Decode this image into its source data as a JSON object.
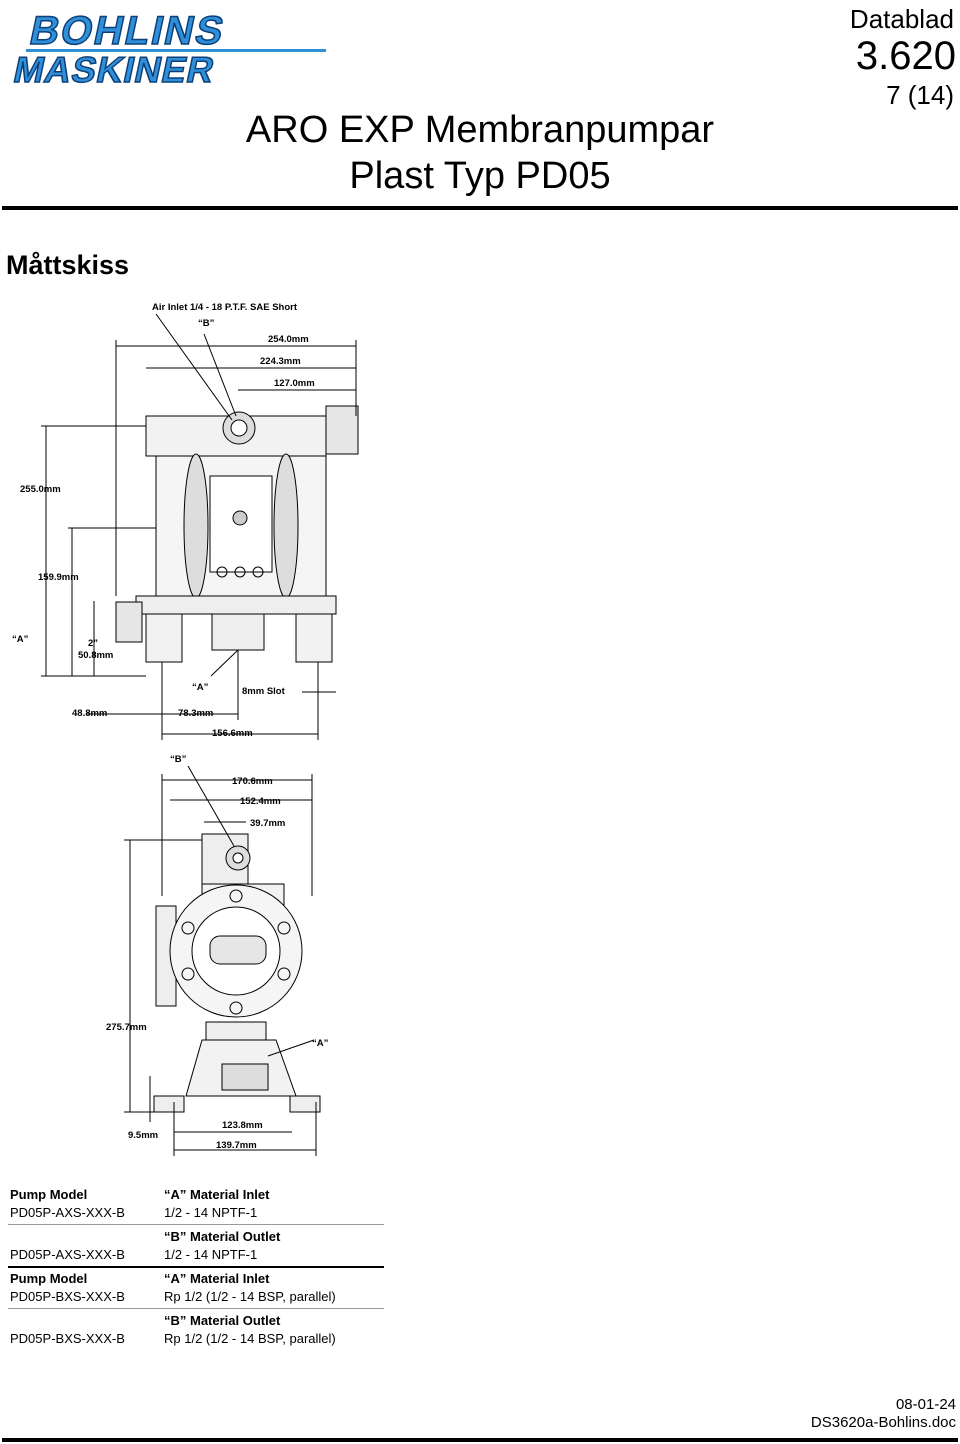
{
  "header": {
    "logo_line1": "BOHLINS",
    "logo_line2": "MASKINER",
    "doc_type": "Datablad",
    "doc_number": "3.620",
    "page": "7 (14)",
    "title_line1": "ARO EXP Membranpumpar",
    "title_line2": "Plast Typ PD05"
  },
  "section_heading": "Måttskiss",
  "drawing_front": {
    "air_inlet": "Air Inlet 1/4 - 18 P.T.F. SAE Short",
    "label_b": "“B”",
    "dim_254": "254.0mm",
    "dim_224": "224.3mm",
    "dim_127": "127.0mm",
    "dim_255": "255.0mm",
    "dim_159": "159.9mm",
    "label_a_left": "“A”",
    "dim_2in": "2”",
    "dim_508": "50.8mm",
    "label_a_bottom": "“A”",
    "slot": "8mm Slot",
    "dim_488": "48.8mm",
    "dim_783": "78.3mm",
    "dim_1566": "156.6mm"
  },
  "drawing_side": {
    "label_b": "“B”",
    "dim_1706": "170.6mm",
    "dim_1524": "152.4mm",
    "dim_397": "39.7mm",
    "dim_2757": "275.7mm",
    "label_a": "“A”",
    "dim_95": "9.5mm",
    "dim_1238": "123.8mm",
    "dim_1397": "139.7mm"
  },
  "spec_table": {
    "rows": [
      {
        "c1": "Pump Model",
        "c2": "“A” Material Inlet",
        "header": true
      },
      {
        "c1": "PD05P-AXS-XXX-B",
        "c2": "1/2 - 14 NPTF-1"
      },
      {
        "c1": "",
        "c2": "“B” Material Outlet",
        "header": true
      },
      {
        "c1": "PD05P-AXS-XXX-B",
        "c2": "1/2 - 14 NPTF-1"
      },
      {
        "c1": "Pump Model",
        "c2": "“A” Material Inlet",
        "header": true
      },
      {
        "c1": "PD05P-BXS-XXX-B",
        "c2": "Rp 1/2 (1/2 - 14 BSP, parallel)"
      },
      {
        "c1": "",
        "c2": "“B” Material Outlet",
        "header": true
      },
      {
        "c1": "PD05P-BXS-XXX-B",
        "c2": "Rp 1/2 (1/2 - 14 BSP, parallel)"
      }
    ]
  },
  "footer": {
    "date": "08-01-24",
    "filename": "DS3620a-Bohlins.doc"
  },
  "colors": {
    "logo_blue": "#2f8fd8",
    "logo_outline": "#0d3f78"
  }
}
